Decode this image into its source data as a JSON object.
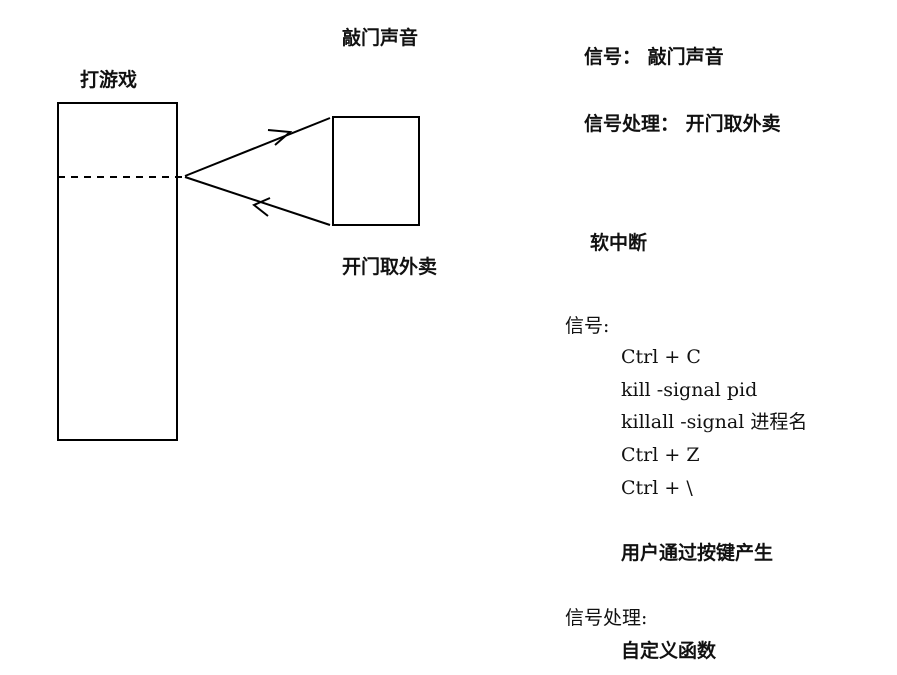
{
  "diagram": {
    "process_label": "打游戏",
    "event_label": "敲门声音",
    "handler_label": "开门取外卖"
  },
  "notes": {
    "signal_line": "信号： 敲门声音",
    "handling_line": "信号处理： 开门取外卖",
    "soft_interrupt": "软中断",
    "signals_heading": "信号:",
    "signal_sources": [
      "Ctrl + C",
      "kill -signal pid",
      "killall -signal 进程名",
      "Ctrl + Z",
      "Ctrl + \\"
    ],
    "user_keys": "用户通过按键产生",
    "handling_heading": "信号处理:",
    "custom_function": "自定义函数"
  }
}
